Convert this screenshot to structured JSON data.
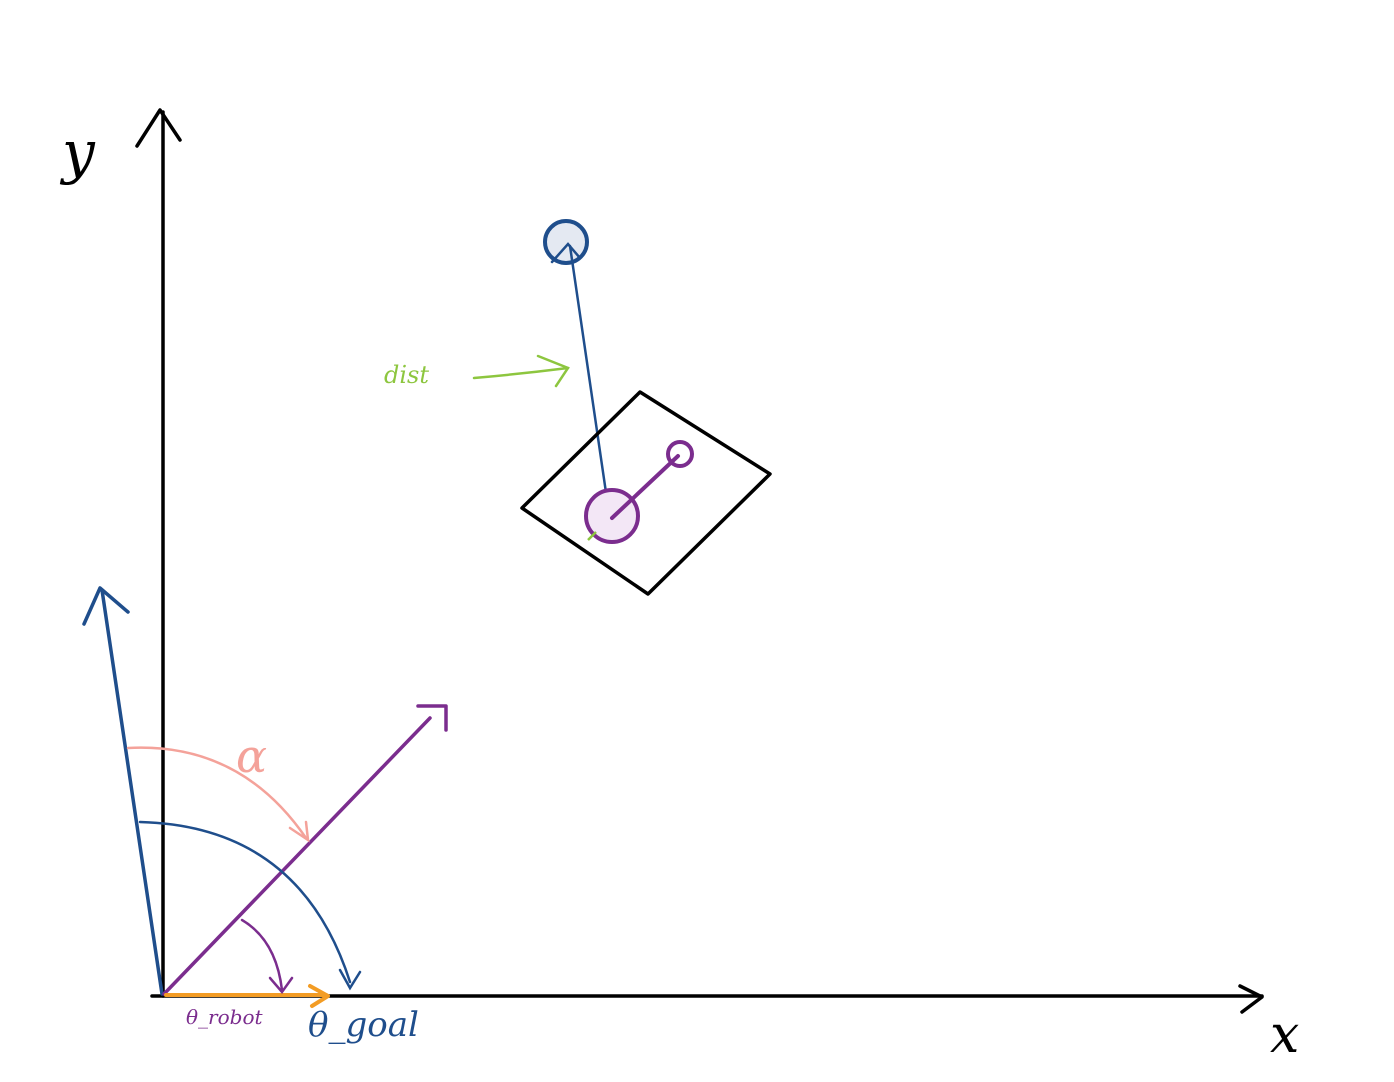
{
  "labels": {
    "y_axis": "y",
    "x_axis": "x",
    "dist": "dist",
    "alpha": "α",
    "theta_robot": "θ_robot",
    "theta_goal": "θ_goal"
  },
  "colors": {
    "axes": "#000000",
    "goal": "#1f4e8c",
    "goal_fill": "#e4e9f2",
    "robot": "#7b2d8e",
    "robot_fill": "#f3e7f6",
    "dist": "#8dc63f",
    "alpha": "#f4a29a",
    "orange": "#f39c24"
  }
}
